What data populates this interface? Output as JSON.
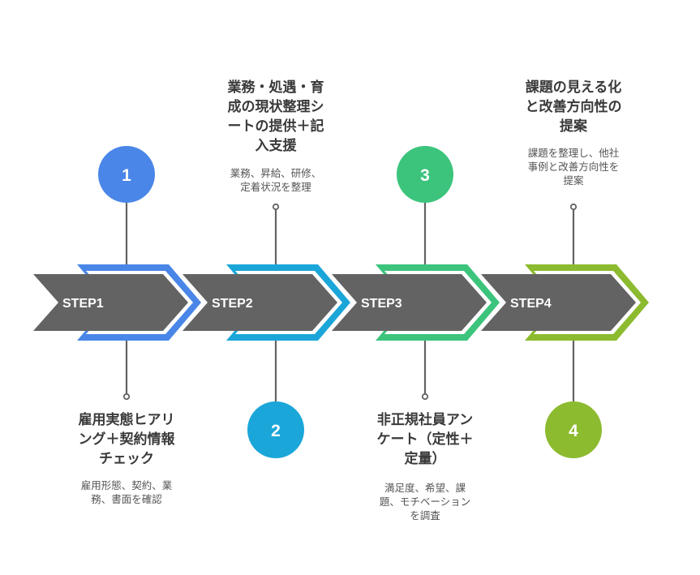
{
  "steps": [
    {
      "label": "STEP1",
      "number": "1",
      "color": "#4a86e8",
      "title_lines": [
        "雇用実態ヒアリ",
        "ング＋契約情報",
        "チェック"
      ],
      "desc_lines": [
        "雇用形態、契約、業",
        "務、書面を確認"
      ]
    },
    {
      "label": "STEP2",
      "number": "2",
      "color": "#1ba6d9",
      "title_lines": [
        "業務・処遇・育",
        "成の現状整理シ",
        "ートの提供＋記",
        "入支援"
      ],
      "desc_lines": [
        "業務、昇給、研修、",
        "定着状況を整理"
      ]
    },
    {
      "label": "STEP3",
      "number": "3",
      "color": "#3cc47c",
      "title_lines": [
        "非正規社員アン",
        "ケート（定性＋",
        "定量）"
      ],
      "desc_lines": [
        "満足度、希望、課",
        "題、モチベーション",
        "を調査"
      ]
    },
    {
      "label": "STEP4",
      "number": "4",
      "color": "#8cbb2f",
      "title_lines": [
        "課題の見える化",
        "と改善方向性の",
        "提案"
      ],
      "desc_lines": [
        "課題を整理し、他社",
        "事例と改善方向性を",
        "提案"
      ]
    }
  ],
  "colors": {
    "arrow_body": "#636363",
    "connector": "#636363",
    "text_title": "#3a3a3a",
    "text_desc": "#555555"
  }
}
